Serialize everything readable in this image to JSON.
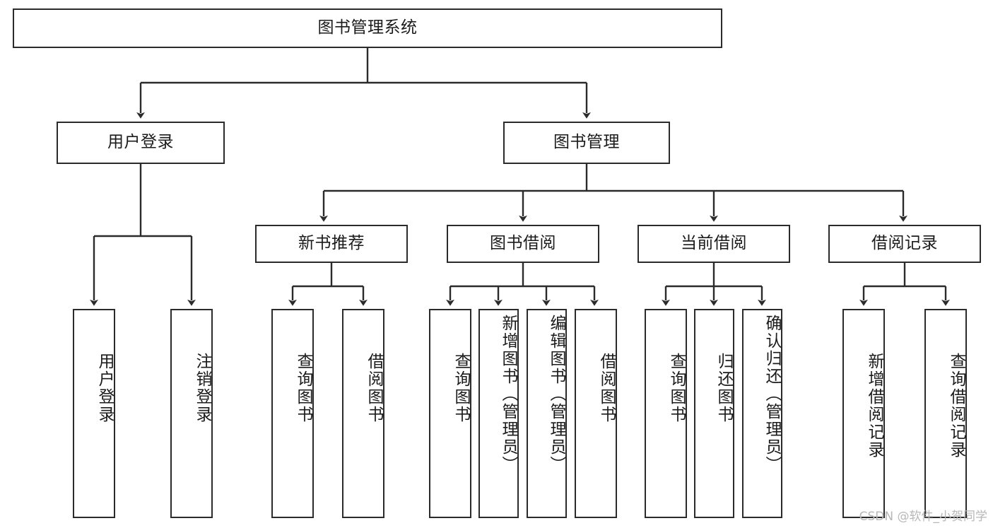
{
  "diagram": {
    "type": "tree",
    "title": "图书管理系统",
    "watermark": "CSDN @软件_小贺同学",
    "colors": {
      "node_border": "#2b2b2b",
      "node_fill": "#ffffff",
      "edge": "#2b2b2b",
      "text": "#1b1b1b",
      "watermark": "#b7b7b7",
      "background": "#ffffff"
    },
    "levels": [
      {
        "index": 0,
        "name": "root"
      },
      {
        "index": 1,
        "name": "modules"
      },
      {
        "index": 2,
        "name": "submodules"
      },
      {
        "index": 3,
        "name": "operations"
      }
    ],
    "nodes": {
      "root": {
        "id": "root",
        "label": "图书管理系统",
        "orientation": "horizontal"
      },
      "level1": [
        {
          "id": "user-login",
          "label": "用户登录",
          "orientation": "horizontal"
        },
        {
          "id": "book-manage",
          "label": "图书管理",
          "orientation": "horizontal"
        }
      ],
      "level2": [
        {
          "id": "new-book-recommend",
          "label": "新书推荐",
          "orientation": "horizontal",
          "parent": "book-manage"
        },
        {
          "id": "book-borrow",
          "label": "图书借阅",
          "orientation": "horizontal",
          "parent": "book-manage"
        },
        {
          "id": "current-borrow",
          "label": "当前借阅",
          "orientation": "horizontal",
          "parent": "book-manage"
        },
        {
          "id": "borrow-record",
          "label": "借阅记录",
          "orientation": "horizontal",
          "parent": "book-manage"
        }
      ],
      "level3": [
        {
          "id": "leaf-user-login",
          "label": "用户登录",
          "orientation": "vertical",
          "parent": "user-login"
        },
        {
          "id": "leaf-logout",
          "label": "注销登录",
          "orientation": "vertical",
          "parent": "user-login"
        },
        {
          "id": "leaf-query-book-1",
          "label": "查询图书",
          "orientation": "vertical",
          "parent": "new-book-recommend"
        },
        {
          "id": "leaf-borrow-book-1",
          "label": "借阅图书",
          "orientation": "vertical",
          "parent": "new-book-recommend"
        },
        {
          "id": "leaf-query-book-2",
          "label": "查询图书",
          "orientation": "vertical",
          "parent": "book-borrow"
        },
        {
          "id": "leaf-add-book",
          "label": "新增图书（管理员）",
          "orientation": "vertical",
          "parent": "book-borrow"
        },
        {
          "id": "leaf-edit-book",
          "label": "编辑图书（管理员）",
          "orientation": "vertical",
          "parent": "book-borrow"
        },
        {
          "id": "leaf-borrow-book-2",
          "label": "借阅图书",
          "orientation": "vertical",
          "parent": "book-borrow"
        },
        {
          "id": "leaf-query-book-3",
          "label": "查询图书",
          "orientation": "vertical",
          "parent": "current-borrow"
        },
        {
          "id": "leaf-return-book",
          "label": "归还图书",
          "orientation": "vertical",
          "parent": "current-borrow"
        },
        {
          "id": "leaf-confirm-return",
          "label": "确认归还（管理员）",
          "orientation": "vertical",
          "parent": "current-borrow"
        },
        {
          "id": "leaf-add-record",
          "label": "新增借阅记录",
          "orientation": "vertical",
          "parent": "borrow-record"
        },
        {
          "id": "leaf-query-record",
          "label": "查询借阅记录",
          "orientation": "vertical",
          "parent": "borrow-record"
        }
      ]
    }
  }
}
